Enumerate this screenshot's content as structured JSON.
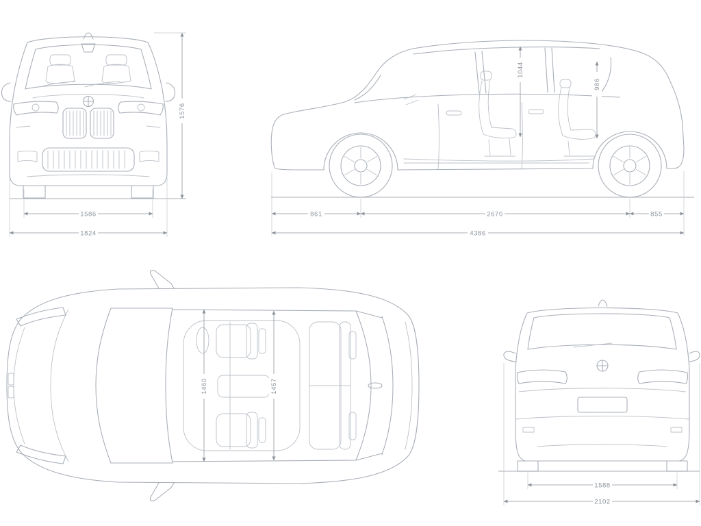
{
  "title": "vehicle-dimension-blueprint",
  "colors": {
    "background": "#ffffff",
    "car_line": "#a9afb7",
    "detail_line": "#bcc1c8",
    "dimension_line": "#8d939b"
  },
  "views": {
    "front": {
      "name": "front-view",
      "height": "1576",
      "track": "1586",
      "overall_width": "1824"
    },
    "side": {
      "name": "side-view",
      "front_headroom": "1044",
      "rear_headroom": "986",
      "front_overhang": "861",
      "wheelbase": "2670",
      "rear_overhang": "855",
      "overall_length": "4386"
    },
    "top": {
      "name": "top-view",
      "front_interior_width": "1460",
      "rear_interior_width": "1457"
    },
    "rear": {
      "name": "rear-view",
      "track": "1588",
      "overall_width_mirrors": "2102"
    }
  }
}
